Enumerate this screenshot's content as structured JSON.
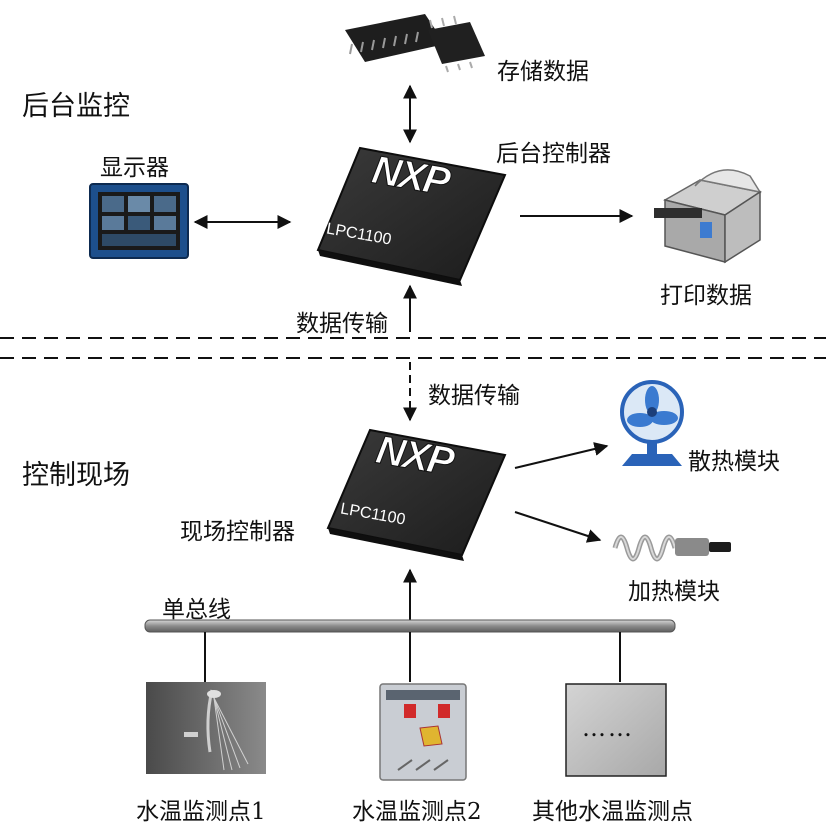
{
  "sections": {
    "backend": "后台监控",
    "field": "控制现场"
  },
  "labels": {
    "storage": "存储数据",
    "backend_controller": "后台控制器",
    "display": "显示器",
    "print": "打印数据",
    "transfer_upper": "数据传输",
    "transfer_lower": "数据传输",
    "cooling": "散热模块",
    "heating": "加热模块",
    "field_controller": "现场控制器",
    "bus": "单总线",
    "point1": "水温监测点1",
    "point2": "水温监测点2",
    "point_other": "其他水温监测点"
  },
  "chips": {
    "brand": "NXP",
    "model_upper": "LPC1100",
    "model_lower": "LPC1100"
  },
  "placeholder_dots": "……",
  "colors": {
    "chip": "#2b2b2b",
    "chip_edge": "#111111",
    "arrow": "#111111",
    "bus": "#9a9a9a",
    "box": "#7a7a7a"
  }
}
